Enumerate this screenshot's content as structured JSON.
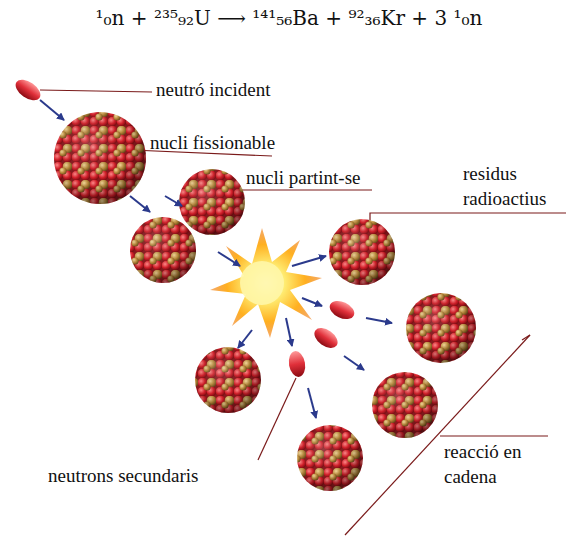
{
  "diagram": {
    "title": "¹₀n + ²³⁵₉₂U ⟶ ¹⁴¹₅₆Ba + ⁹²₃₆Kr + 3 ¹₀n",
    "labels": [
      "neutró incident",
      "nucli fissionable",
      "nucli partint-se",
      "residus radioactius",
      "neutrons secundaris",
      "reacció en cadena"
    ]
  }
}
